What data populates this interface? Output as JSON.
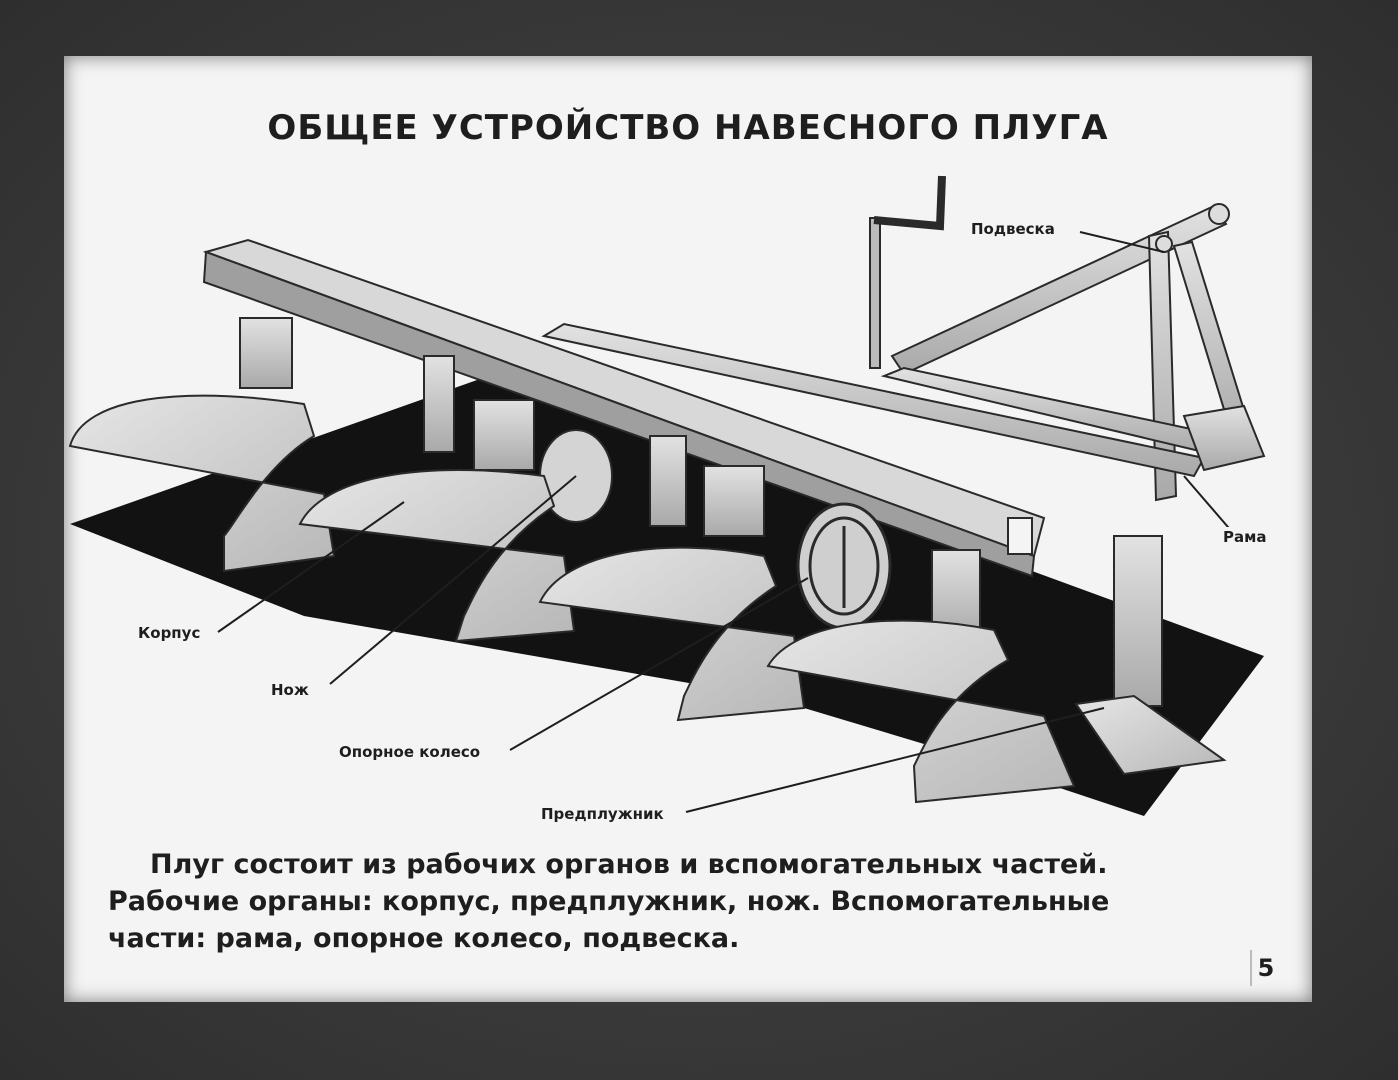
{
  "title": "ОБЩЕЕ УСТРОЙСТВО НАВЕСНОГО ПЛУГА",
  "labels": {
    "podveska": "Подвеска",
    "rama": "Рама",
    "korpus": "Корпус",
    "nozh": "Нож",
    "opornoe_koleso": "Опорное колесо",
    "predpluzhnik": "Предплужник"
  },
  "description": [
    "Плуг состоит из рабочих органов и вспомогательных частей.",
    "Рабочие органы: корпус, предплужник, нож. Вспомогательные",
    "части: рама, опорное колесо, подвеска."
  ],
  "page_number": "5",
  "colors": {
    "ink": "#1e1e1e",
    "paper": "#f4f4f4",
    "metal": "#c9c9c9",
    "shadow": "#121212"
  }
}
